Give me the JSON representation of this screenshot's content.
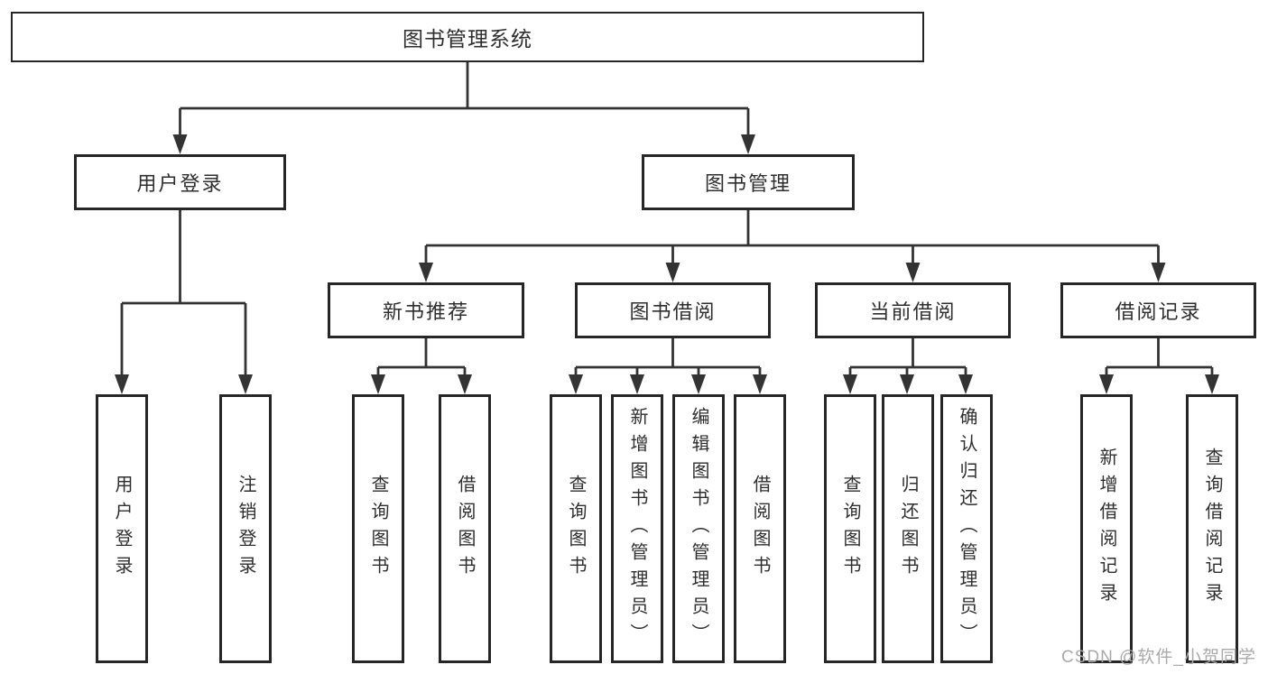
{
  "diagram": {
    "title": "图书管理系统",
    "root": {
      "label": "图书管理系统"
    },
    "branches": [
      {
        "label": "用户登录",
        "children": [
          {
            "label": "用户登录"
          },
          {
            "label": "注销登录"
          }
        ]
      },
      {
        "label": "图书管理",
        "children": [
          {
            "label": "新书推荐",
            "children": [
              {
                "label": "查询图书"
              },
              {
                "label": "借阅图书"
              }
            ]
          },
          {
            "label": "图书借阅",
            "children": [
              {
                "label": "查询图书"
              },
              {
                "label": "新增图书（管理员）"
              },
              {
                "label": "编辑图书（管理员）"
              },
              {
                "label": "借阅图书"
              }
            ]
          },
          {
            "label": "当前借阅",
            "children": [
              {
                "label": "查询图书"
              },
              {
                "label": "归还图书"
              },
              {
                "label": "确认归还（管理员）"
              }
            ]
          },
          {
            "label": "借阅记录",
            "children": [
              {
                "label": "新增借阅记录"
              },
              {
                "label": "查询借阅记录"
              }
            ]
          }
        ]
      }
    ]
  },
  "watermark": {
    "text": "CSDN @软件_小贺同学"
  },
  "colors": {
    "background": "#ffffff",
    "line": "#333333",
    "box_border": "#262626",
    "text": "#2e2e2e",
    "watermark": "#a9a9a9"
  }
}
